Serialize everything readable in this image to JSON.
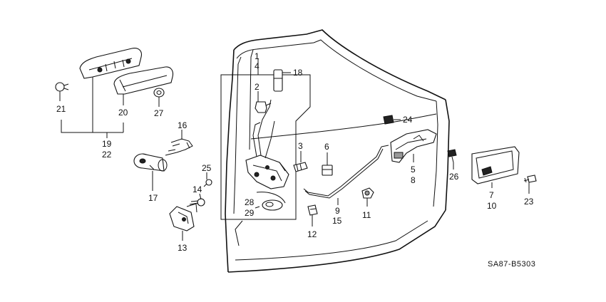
{
  "diagram_code": "SA87-B5303",
  "callouts": [
    {
      "id": "c1",
      "text": "1"
    },
    {
      "id": "c4",
      "text": "4"
    },
    {
      "id": "c18",
      "text": "18"
    },
    {
      "id": "c2",
      "text": "2"
    },
    {
      "id": "c21",
      "text": "21"
    },
    {
      "id": "c20",
      "text": "20"
    },
    {
      "id": "c27",
      "text": "27"
    },
    {
      "id": "c19",
      "text": "19"
    },
    {
      "id": "c22",
      "text": "22"
    },
    {
      "id": "c16",
      "text": "16"
    },
    {
      "id": "c17",
      "text": "17"
    },
    {
      "id": "c25",
      "text": "25"
    },
    {
      "id": "c14",
      "text": "14"
    },
    {
      "id": "c13",
      "text": "13"
    },
    {
      "id": "c3",
      "text": "3"
    },
    {
      "id": "c6",
      "text": "6"
    },
    {
      "id": "c28",
      "text": "28"
    },
    {
      "id": "c29",
      "text": "29"
    },
    {
      "id": "c12",
      "text": "12"
    },
    {
      "id": "c9",
      "text": "9"
    },
    {
      "id": "c15",
      "text": "15"
    },
    {
      "id": "c11",
      "text": "11"
    },
    {
      "id": "c24",
      "text": "24"
    },
    {
      "id": "c5",
      "text": "5"
    },
    {
      "id": "c8",
      "text": "8"
    },
    {
      "id": "c26",
      "text": "26"
    },
    {
      "id": "c7",
      "text": "7"
    },
    {
      "id": "c10",
      "text": "10"
    },
    {
      "id": "c23",
      "text": "23"
    }
  ]
}
